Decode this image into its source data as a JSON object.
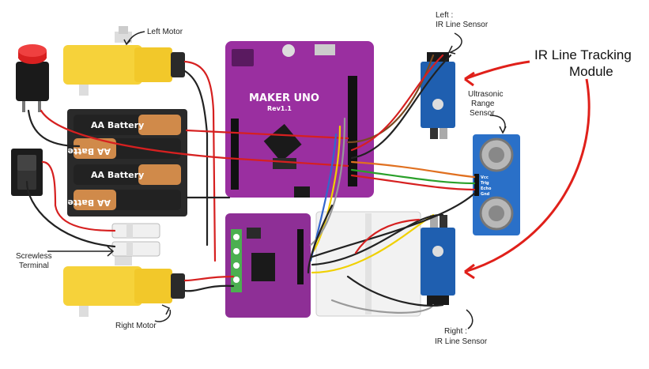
{
  "labels": {
    "left_motor": "Left Motor",
    "right_motor": "Right Motor",
    "left_sensor_line1": "Left :",
    "left_sensor_line2": "IR Line Sensor",
    "right_sensor_line1": "Right :",
    "right_sensor_line2": "IR Line Sensor",
    "ultrasonic_line1": "Ultrasonic",
    "ultrasonic_line2": "Range",
    "ultrasonic_line3": "Sensor",
    "module_line1": "IR Line Tracking",
    "module_line2": "Module",
    "screwless_line1": "Screwless",
    "screwless_line2": "Terminal"
  },
  "board": {
    "name": "MAKER UNO",
    "revision": "Rev1.1"
  },
  "batteries": [
    "AA Battery",
    "AA Battery",
    "AA Battery",
    "AA Battery"
  ],
  "ultrasonic_pins": [
    "Vcc",
    "Trig",
    "Echo",
    "Gnd"
  ],
  "colors": {
    "board": "#9a2fa0",
    "driver": "#8e2f96",
    "motor_yellow": "#f6d23a",
    "wire_red": "#d62020",
    "wire_black": "#222222",
    "wire_yellow": "#f0d000",
    "wire_orange": "#e07020",
    "wire_green": "#2aa02a",
    "wire_blue": "#3366cc",
    "wire_brown": "#7a4a20",
    "wire_gray": "#999999",
    "arrow_red": "#e0201a",
    "sensor_blue": "#1f5fb0",
    "ultrasonic_blue": "#2a70c8"
  }
}
